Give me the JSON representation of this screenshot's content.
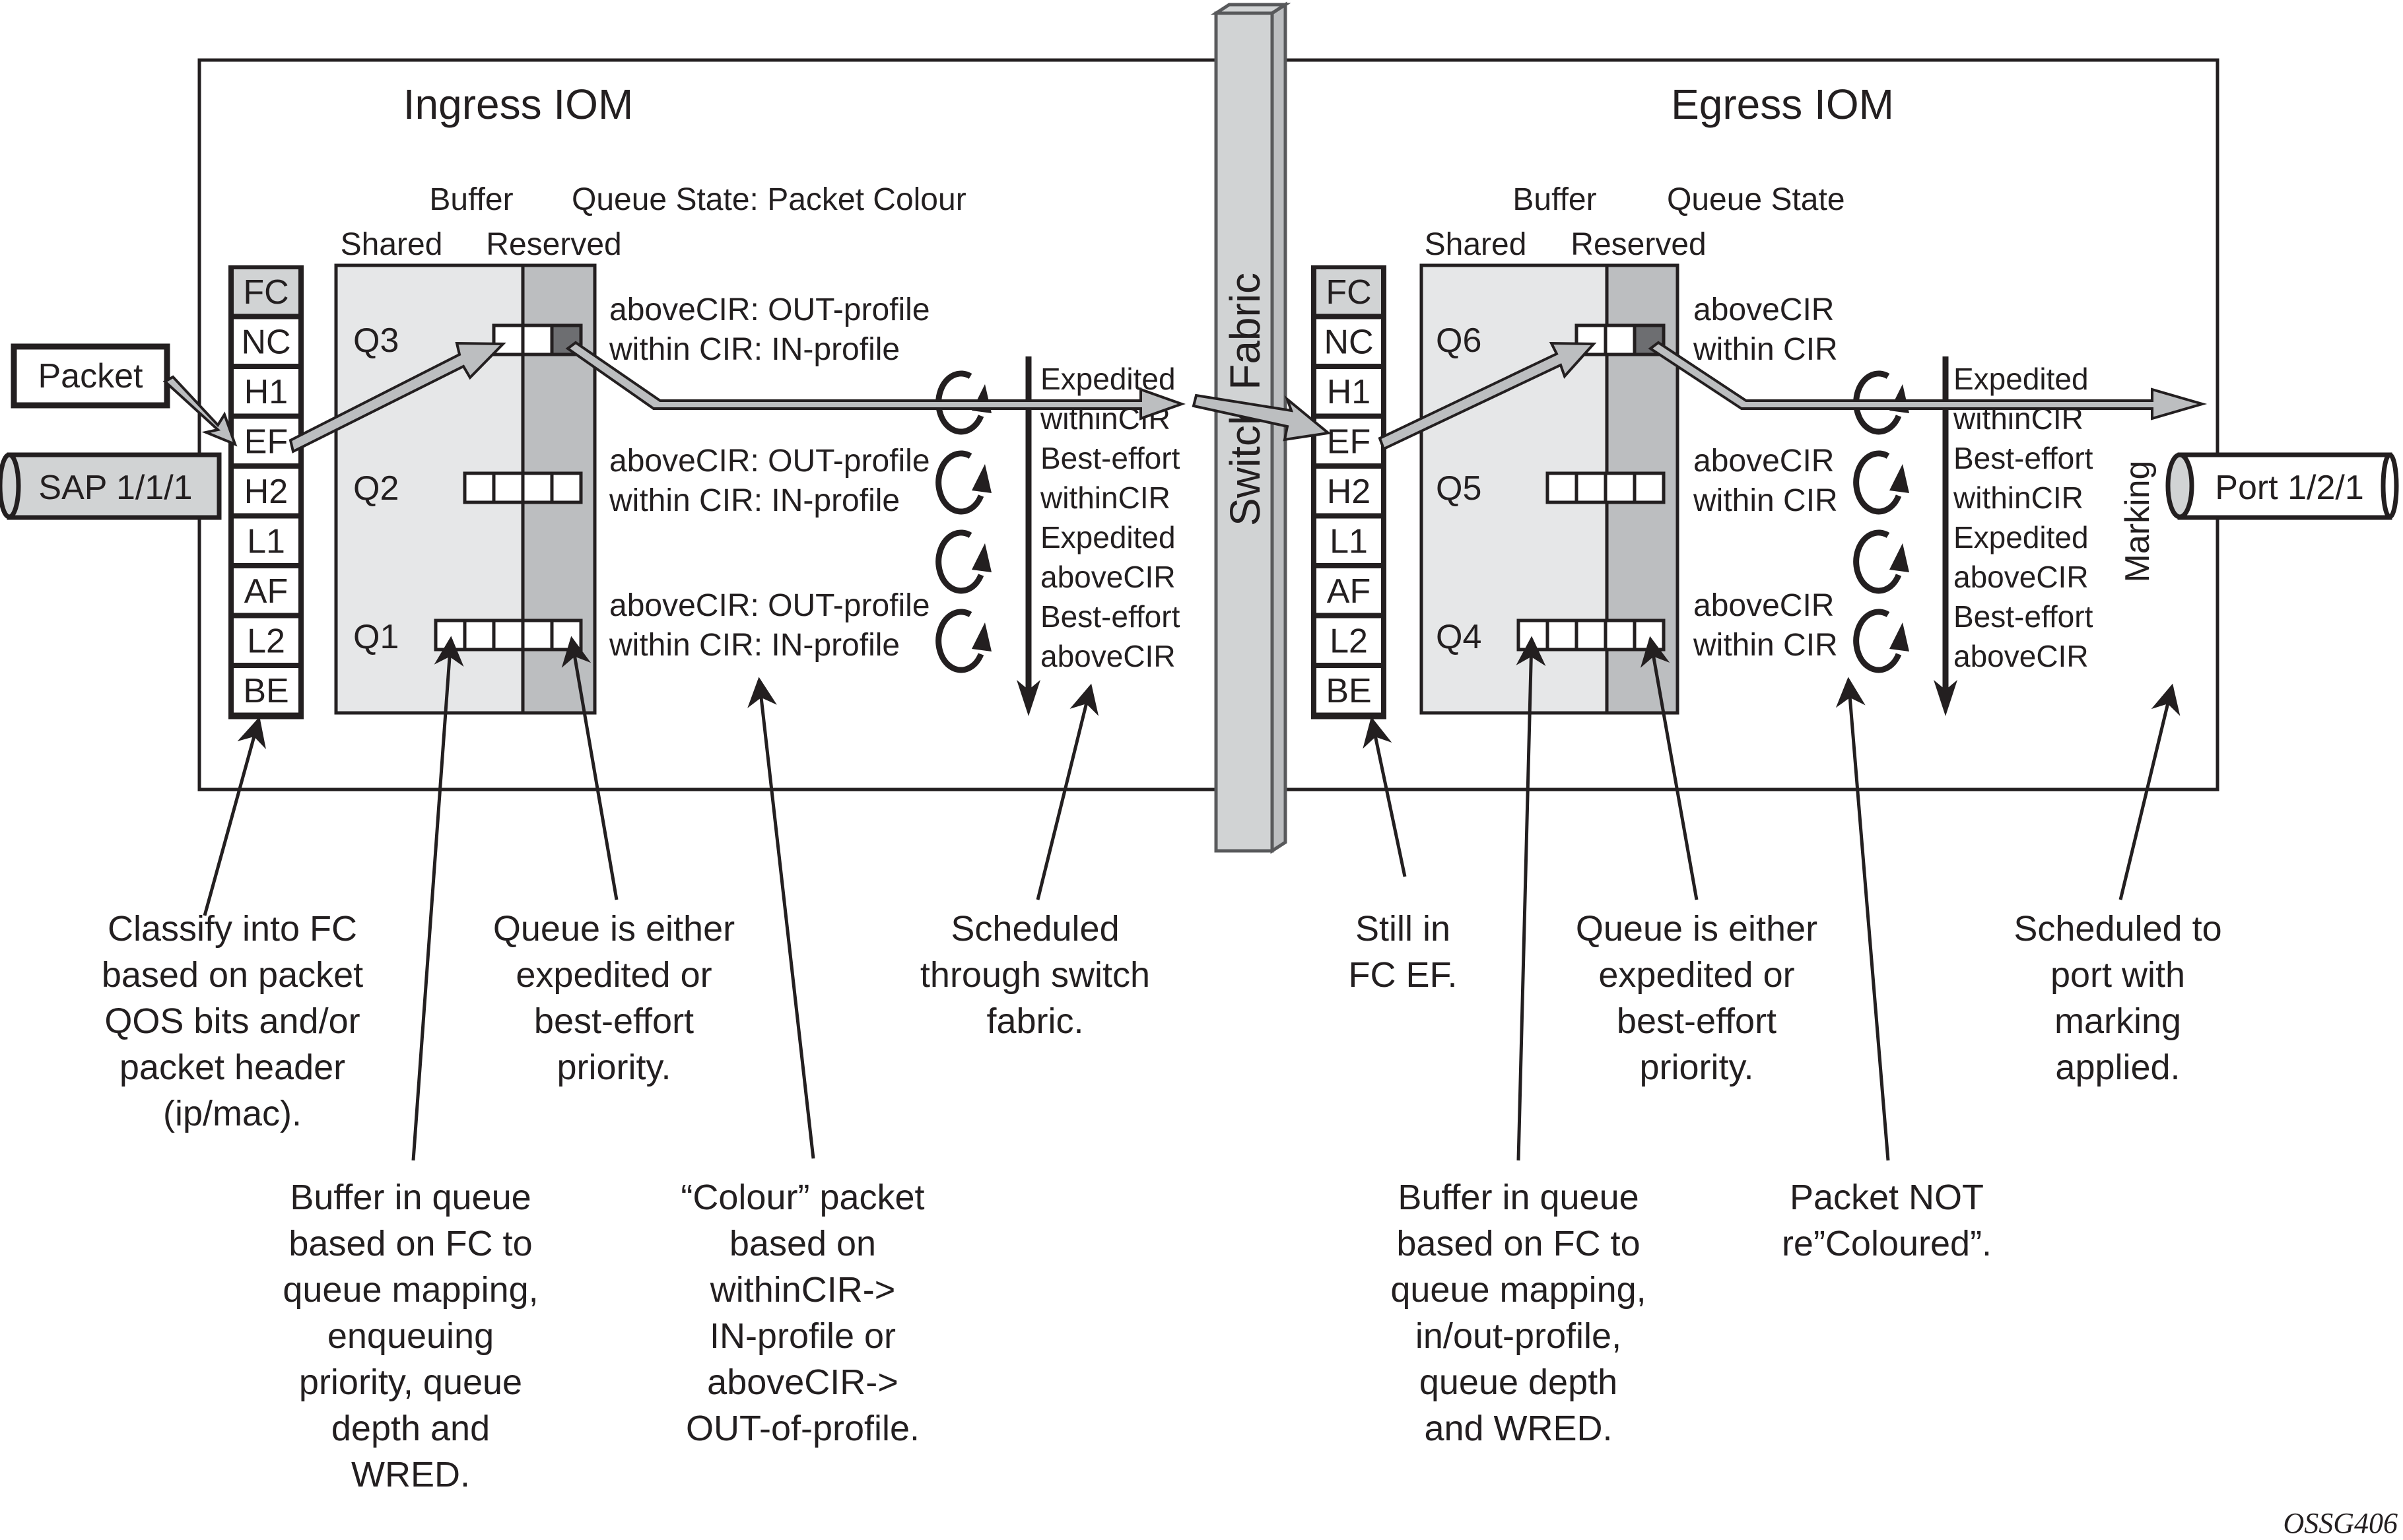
{
  "figure_id": "OSSG406",
  "ingress": {
    "title": "Ingress IOM",
    "buffer_label": "Buffer",
    "queue_state_label": "Queue State: Packet Colour",
    "shared_label": "Shared",
    "reserved_label": "Reserved",
    "fc_column": [
      "FC",
      "NC",
      "H1",
      "EF",
      "H2",
      "L1",
      "AF",
      "L2",
      "BE"
    ],
    "queues": [
      {
        "name": "Q3",
        "state_lines": [
          "aboveCIR: OUT-profile",
          "within CIR: IN-profile"
        ]
      },
      {
        "name": "Q2",
        "state_lines": [
          "aboveCIR: OUT-profile",
          "within CIR: IN-profile"
        ]
      },
      {
        "name": "Q1",
        "state_lines": [
          "aboveCIR: OUT-profile",
          "within CIR: IN-profile"
        ]
      }
    ],
    "scheduler": [
      "Expedited",
      "withinCIR",
      "Best-effort",
      "withinCIR",
      "Expedited",
      "aboveCIR",
      "Best-effort",
      "aboveCIR"
    ]
  },
  "egress": {
    "title": "Egress IOM",
    "buffer_label": "Buffer",
    "queue_state_label": "Queue State",
    "shared_label": "Shared",
    "reserved_label": "Reserved",
    "fc_column": [
      "FC",
      "NC",
      "H1",
      "EF",
      "H2",
      "L1",
      "AF",
      "L2",
      "BE"
    ],
    "queues": [
      {
        "name": "Q6",
        "state_lines": [
          "aboveCIR",
          "within CIR"
        ]
      },
      {
        "name": "Q5",
        "state_lines": [
          "aboveCIR",
          "within CIR"
        ]
      },
      {
        "name": "Q4",
        "state_lines": [
          "aboveCIR",
          "within CIR"
        ]
      }
    ],
    "scheduler": [
      "Expedited",
      "withinCIR",
      "Best-effort",
      "withinCIR",
      "Expedited",
      "aboveCIR",
      "Best-effort",
      "aboveCIR"
    ],
    "marking_label": "Marking"
  },
  "switch_fabric_label": "Switch Fabric",
  "packet_label": "Packet",
  "sap_label": "SAP 1/1/1",
  "port_label": "Port 1/2/1",
  "annotations": {
    "classify": [
      "Classify into FC",
      "based on packet",
      "QOS bits and/or",
      "packet header",
      "(ip/mac)."
    ],
    "ingress_queue_priority": [
      "Queue is either",
      "expedited or",
      "best-effort",
      "priority."
    ],
    "scheduled_fabric": [
      "Scheduled",
      "through switch",
      "fabric."
    ],
    "ingress_buffer": [
      "Buffer in queue",
      "based on FC to",
      "queue mapping,",
      "enqueuing",
      "priority, queue",
      "depth and",
      "WRED."
    ],
    "colour_packet": [
      "“Colour” packet",
      "based on",
      "withinCIR->",
      "IN-profile or",
      "aboveCIR->",
      "OUT-of-profile."
    ],
    "still_fc": [
      "Still in",
      "FC EF."
    ],
    "egress_queue_priority": [
      "Queue is either",
      "expedited or",
      "best-effort",
      "priority."
    ],
    "scheduled_port": [
      "Scheduled to",
      "port with",
      "marking",
      "applied."
    ],
    "egress_buffer": [
      "Buffer in queue",
      "based on FC to",
      "queue mapping,",
      "in/out-profile,",
      "queue depth",
      "and WRED."
    ],
    "not_recoloured": [
      "Packet NOT",
      "re”Coloured”."
    ]
  },
  "colors": {
    "shared_fill": "#e6e7e8",
    "reserved_fill": "#bcbec0",
    "fabric_fill": "#d1d3d4",
    "arrow_fill": "#bcbec0",
    "dark_cell": "#6d6e71",
    "fc_header_fill": "#d1d3d4",
    "stroke": "#231f20"
  }
}
